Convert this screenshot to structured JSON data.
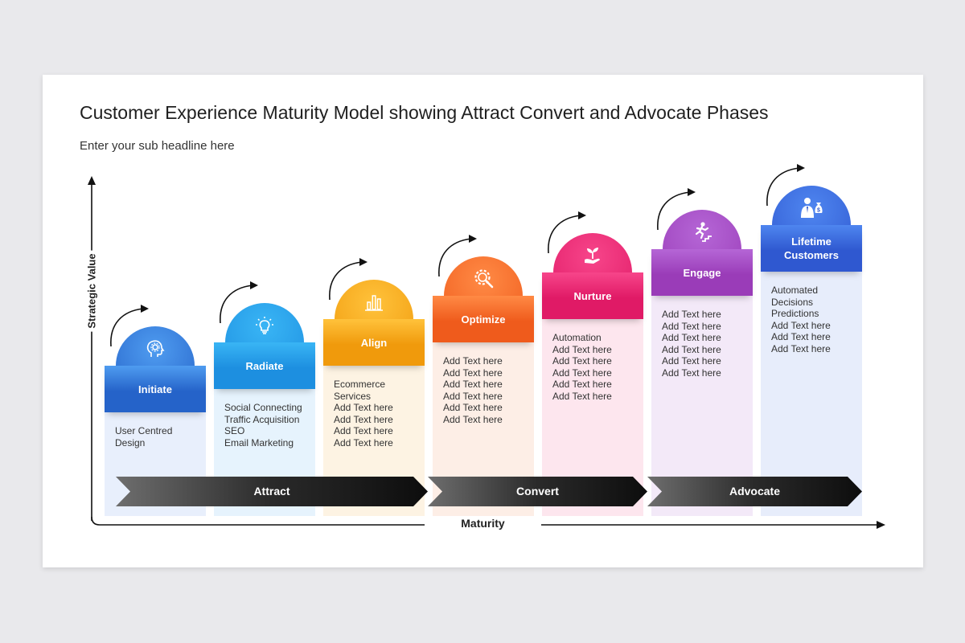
{
  "title": "Customer Experience Maturity Model showing Attract Convert and Advocate Phases",
  "subtitle": "Enter your sub headline here",
  "axes": {
    "x_label": "Maturity",
    "y_label": "Strategic Value"
  },
  "steps": [
    {
      "label": "Initiate",
      "icon": "head-gear-icon",
      "color": "#2563c9",
      "color_light": "#4f9cf0",
      "tint": "#e8effc",
      "items": [
        "User Centred",
        "Design"
      ]
    },
    {
      "label": "Radiate",
      "icon": "lightbulb-icon",
      "color": "#1d8fe0",
      "color_light": "#39b5f5",
      "tint": "#e6f3fd",
      "items": [
        "Social Connecting",
        "Traffic Acquisition",
        "SEO",
        "Email Marketing"
      ]
    },
    {
      "label": "Align",
      "icon": "bar-chart-icon",
      "color": "#f09a0c",
      "color_light": "#ffc23b",
      "tint": "#fdf3e3",
      "items": [
        "Ecommerce",
        "Services",
        "Add Text here",
        "Add Text here",
        "Add Text here",
        "Add Text here"
      ]
    },
    {
      "label": "Optimize",
      "icon": "gear-magnifier-icon",
      "color": "#ef5b1c",
      "color_light": "#ff8a45",
      "tint": "#fdeee6",
      "items": [
        "Add Text here",
        "Add Text here",
        "Add Text here",
        "Add Text here",
        "Add Text here",
        "Add Text here"
      ]
    },
    {
      "label": "Nurture",
      "icon": "plant-hand-icon",
      "color": "#e01a66",
      "color_light": "#f7458a",
      "tint": "#fde6ee",
      "items": [
        "Automation",
        "Add Text here",
        "Add Text here",
        "Add Text here",
        "Add Text here",
        "Add Text here"
      ]
    },
    {
      "label": "Engage",
      "icon": "person-climbing-stairs-icon",
      "color": "#9a3cb8",
      "color_light": "#b566d6",
      "tint": "#f3e9f8",
      "items": [
        "Add Text here",
        "Add Text here",
        "Add Text here",
        "Add Text here",
        "Add Text here",
        "Add Text here"
      ]
    },
    {
      "label": "Lifetime\nCustomers",
      "icon": "businessman-money-bag-icon",
      "color": "#2f58d0",
      "color_light": "#4f86f0",
      "tint": "#e7edfb",
      "items": [
        "Automated",
        "Decisions",
        "Predictions",
        "Add Text here",
        "Add Text here",
        "Add Text here"
      ]
    }
  ],
  "phases": [
    {
      "label": "Attract"
    },
    {
      "label": "Convert"
    },
    {
      "label": "Advocate"
    }
  ]
}
